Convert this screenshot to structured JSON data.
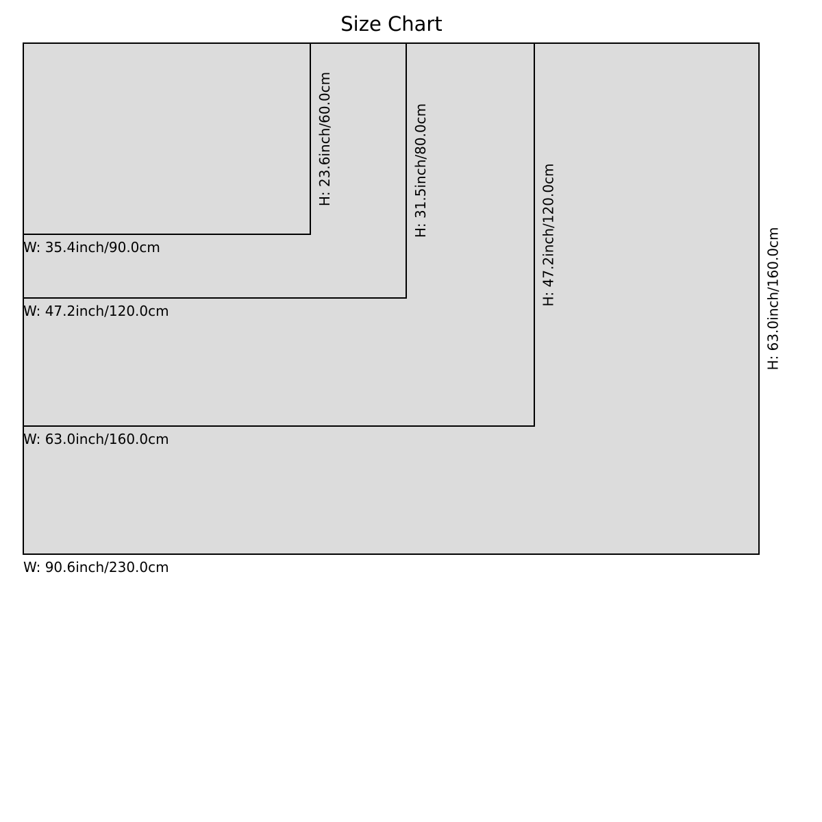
{
  "title": "Size Chart",
  "chart_data": {
    "type": "nested-rectangles",
    "title": "Size Chart",
    "description_units": [
      "inch",
      "cm"
    ],
    "sizes": [
      {
        "width_inch": 35.4,
        "width_cm": 90.0,
        "height_inch": 23.6,
        "height_cm": 60.0,
        "width_label": "W: 35.4inch/90.0cm",
        "height_label": "H: 23.6inch/60.0cm"
      },
      {
        "width_inch": 47.2,
        "width_cm": 120.0,
        "height_inch": 31.5,
        "height_cm": 80.0,
        "width_label": "W: 47.2inch/120.0cm",
        "height_label": "H: 31.5inch/80.0cm"
      },
      {
        "width_inch": 63.0,
        "width_cm": 160.0,
        "height_inch": 47.2,
        "height_cm": 120.0,
        "width_label": "W: 63.0inch/160.0cm",
        "height_label": "H: 47.2inch/120.0cm"
      },
      {
        "width_inch": 90.6,
        "width_cm": 230.0,
        "height_inch": 63.0,
        "height_cm": 160.0,
        "width_label": "W: 90.6inch/230.0cm",
        "height_label": "H: 63.0inch/160.0cm"
      }
    ],
    "layout_hints": {
      "origin": "all rectangles share common top-left corner",
      "width_labels_position": "below bottom-left corner of each rectangle",
      "height_labels_position": "rotated 90deg CCW, centered along right edge of each rectangle",
      "legend": "none",
      "grid": "off"
    },
    "colors": {
      "fill": "#dcdcdc",
      "stroke": "#000000",
      "text": "#000000",
      "background": "#ffffff"
    }
  }
}
